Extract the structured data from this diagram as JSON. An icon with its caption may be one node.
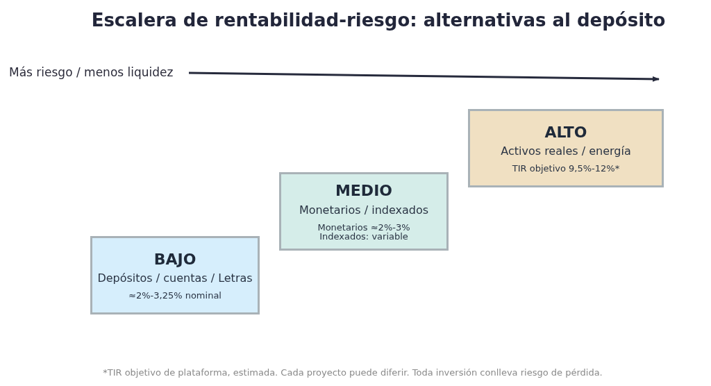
{
  "diagram": {
    "title": "Escalera de rentabilidad-riesgo: alternativas al depósito",
    "nodes": [
      {
        "text": [
          "BAJO",
          "Depósitos / cuentas / Letras",
          "≈2%-3,25% nominal"
        ]
      },
      {
        "text": [
          "MEDIO",
          "Monetarios / indexados",
          "Monetarios ≈2%-3% Indexados: variable"
        ]
      },
      {
        "text": [
          "ALTO",
          "Activos reales / energía",
          "TIR objetivo 9,5%-12%*"
        ]
      }
    ],
    "labels": [
      "Más riesgo / menos liquidez"
    ],
    "caption": "*TIR objetivo de plataforma, estimada. Cada proyecto puede diferir. Toda inversión conlleva riesgo de pérdida."
  }
}
